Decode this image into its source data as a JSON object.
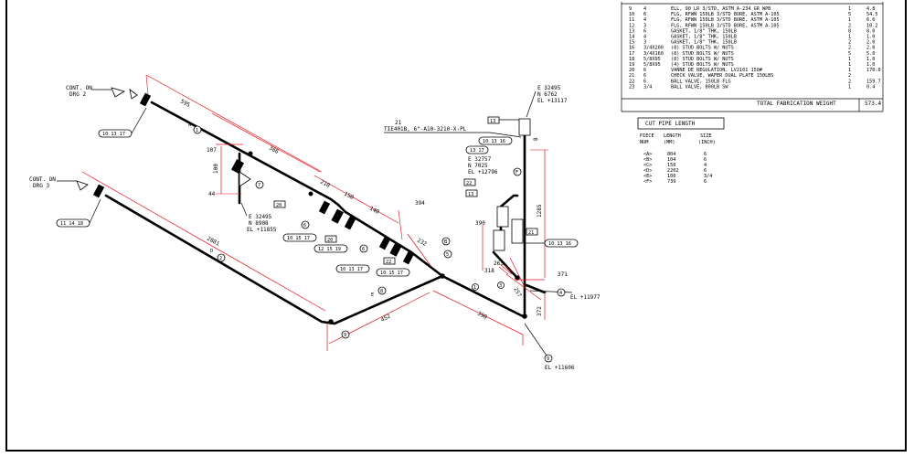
{
  "bom": {
    "rows": [
      {
        "pt": "9",
        "qty": "4",
        "desc": "ELL, 90 LR 3/STD, ASTM A-234 GR WPB",
        "n": "1",
        "wt": "4.8"
      },
      {
        "pt": "10",
        "qty": "6",
        "desc": "FLG, RFWN 150LB 3/STD BORE, ASTM A-105",
        "n": "5",
        "wt": "54.5"
      },
      {
        "pt": "11",
        "qty": "4",
        "desc": "FLG, RFWN 150LB 3/STD BORE, ASTM A-105",
        "n": "1",
        "wt": "6.6"
      },
      {
        "pt": "12",
        "qty": "3",
        "desc": "FLG, RFWN 150LB 3/STD BORE, ASTM A-105",
        "n": "2",
        "wt": "10.2"
      },
      {
        "pt": "13",
        "qty": "6",
        "desc": "GASKET, 1/8\" THK, 150LB",
        "n": "8",
        "wt": "8.0"
      },
      {
        "pt": "14",
        "qty": "4",
        "desc": "GASKET, 1/8\" THK, 150LB",
        "n": "1",
        "wt": "1.0"
      },
      {
        "pt": "15",
        "qty": "3",
        "desc": "GASKET, 1/8\" THK, 150LB",
        "n": "2",
        "wt": "2.0"
      },
      {
        "pt": "16",
        "qty": "3/4X200",
        "desc": "(8) STUD BOLTS W/ NUTS",
        "n": "2",
        "wt": "2.0"
      },
      {
        "pt": "17",
        "qty": "3/4X160",
        "desc": "(8) STUD BOLTS W/ NUTS",
        "n": "5",
        "wt": "5.0"
      },
      {
        "pt": "18",
        "qty": "5/8X95",
        "desc": "(8) STUD BOLTS W/ NUTS",
        "n": "1",
        "wt": "1.0"
      },
      {
        "pt": "19",
        "qty": "5/8X95",
        "desc": "(4) STUD BOLTS W/ NUTS",
        "n": "1",
        "wt": "1.0"
      },
      {
        "pt": "20",
        "qty": "6",
        "desc": "VANNE DE REGULATION, LV2101 150#",
        "n": "1",
        "wt": "170.0"
      },
      {
        "pt": "21",
        "qty": "6",
        "desc": "CHECK VALVE, WAFER DUAL PLATE 150LBS",
        "n": "2",
        "wt": ""
      },
      {
        "pt": "22",
        "qty": "6",
        "desc": "BALL VALVE, 150LB FLG",
        "n": "2",
        "wt": "159.7"
      },
      {
        "pt": "23",
        "qty": "3/4",
        "desc": "BALL VALVE, 800LB SW",
        "n": "1",
        "wt": "0.4"
      }
    ],
    "total_label": "TOTAL FABRICATION WEIGHT",
    "total_value": "573.4"
  },
  "cut": {
    "title": "CUT PIPE LENGTH",
    "headers": [
      "PIECE",
      "LENGTH",
      "SIZE"
    ],
    "subheaders": [
      "NUM",
      "(MM)",
      "(INCH)"
    ],
    "rows": [
      {
        "p": "<A>",
        "l": "804",
        "s": "6"
      },
      {
        "p": "<B>",
        "l": "104",
        "s": "6"
      },
      {
        "p": "<C>",
        "l": "150",
        "s": "4"
      },
      {
        "p": "<D>",
        "l": "2202",
        "s": "6"
      },
      {
        "p": "<E>",
        "l": "100",
        "s": "3/4"
      },
      {
        "p": "<F>",
        "l": "739",
        "s": "6"
      }
    ]
  },
  "labels": {
    "cont1a": "CONT. ON",
    "cont1b": "DRG 2",
    "cont2a": "CONT. ON",
    "cont2b": "DRG 3",
    "tie": "TIE401B, 6\"-A10-3210-X-PL",
    "c1e": "E 32495",
    "c1n": "N 6762",
    "c1el": "EL +13117",
    "c2e": "E 32757",
    "c2n": "N 7025",
    "c2el": "EL +12796",
    "c3e": "E 32495",
    "c3n": "N 8908",
    "c3el": "EL +11855",
    "el4": "EL +11977",
    "el5": "EL +11606"
  },
  "dims": {
    "d595": "595",
    "d366": "366",
    "d210": "210",
    "d150": "150",
    "d140": "140",
    "d107": "107",
    "d100": "100",
    "d44": "44",
    "d394": "394",
    "d232": "232",
    "d2881": "2881",
    "d452": "452",
    "d390a": "390",
    "d390b": "390",
    "d1285": "1285",
    "d263": "263",
    "d318": "318",
    "d371": "371",
    "d372": "372",
    "d257": "257"
  },
  "tags": {
    "t1": "10 13 17",
    "t2": "11 14 18",
    "t3": "10 13 16",
    "t4": "13 17",
    "t5": "10 15 17",
    "t6": "12 15 19",
    "t7": "10 13 17",
    "t8": "10 13 16",
    "t9": "10 15 17",
    "n21": "21",
    "n13": "13",
    "n22": "22",
    "n12": "12",
    "n20": "20",
    "n7": "7",
    "n3": "3",
    "n9": "9",
    "n8": "8",
    "n4": "4",
    "n5": "5",
    "n6": "6",
    "n1": "1",
    "n2": "2",
    "pA": "A",
    "pB": "B",
    "pC": "C",
    "pD": "D",
    "pE": "E",
    "pF": "F"
  }
}
